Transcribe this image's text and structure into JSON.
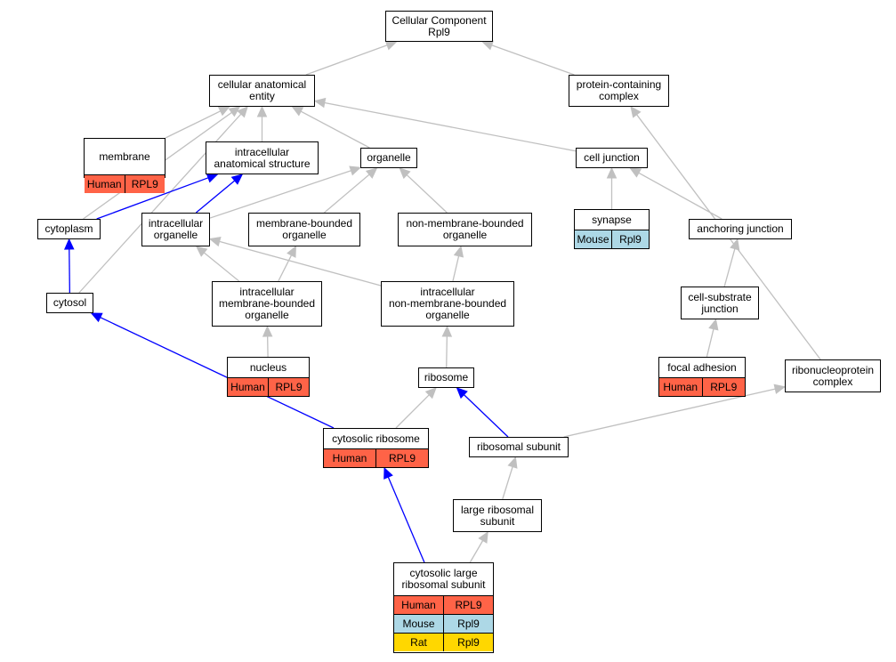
{
  "colors": {
    "human": "#ff6347",
    "mouse": "#add8e6",
    "rat": "#ffd700",
    "gray_edge": "#c0c0c0",
    "blue_edge": "#0000ff"
  },
  "nodes": {
    "root": {
      "title": "Cellular Component\nRpl9"
    },
    "cae": {
      "title": "cellular anatomical\nentity"
    },
    "pcc": {
      "title": "protein-containing\ncomplex"
    },
    "membrane": {
      "title": "membrane",
      "rows": [
        {
          "species": "Human",
          "gene": "RPL9"
        }
      ]
    },
    "ias": {
      "title": "intracellular\nanatomical structure"
    },
    "organelle": {
      "title": "organelle"
    },
    "celljunction": {
      "title": "cell junction"
    },
    "cytoplasm": {
      "title": "cytoplasm"
    },
    "intorg": {
      "title": "intracellular\norganelle"
    },
    "mbo": {
      "title": "membrane-bounded\norganelle"
    },
    "nmbo": {
      "title": "non-membrane-bounded\norganelle"
    },
    "synapse": {
      "title": "synapse",
      "rows": [
        {
          "species": "Mouse",
          "gene": "Rpl9"
        }
      ]
    },
    "anchoring": {
      "title": "anchoring junction"
    },
    "cytosol": {
      "title": "cytosol"
    },
    "imbo": {
      "title": "intracellular\nmembrane-bounded\norganelle"
    },
    "inmbo": {
      "title": "intracellular\nnon-membrane-bounded\norganelle"
    },
    "csj": {
      "title": "cell-substrate\njunction"
    },
    "nucleus": {
      "title": "nucleus",
      "rows": [
        {
          "species": "Human",
          "gene": "RPL9"
        }
      ]
    },
    "ribosome": {
      "title": "ribosome"
    },
    "focal": {
      "title": "focal adhesion",
      "rows": [
        {
          "species": "Human",
          "gene": "RPL9"
        }
      ]
    },
    "rnp": {
      "title": "ribonucleoprotein\ncomplex"
    },
    "cytoribo": {
      "title": "cytosolic ribosome",
      "rows": [
        {
          "species": "Human",
          "gene": "RPL9"
        }
      ]
    },
    "ribosub": {
      "title": "ribosomal subunit"
    },
    "lrs": {
      "title": "large ribosomal\nsubunit"
    },
    "clrs": {
      "title": "cytosolic large\nribosomal subunit",
      "rows": [
        {
          "species": "Human",
          "gene": "RPL9"
        },
        {
          "species": "Mouse",
          "gene": "Rpl9"
        },
        {
          "species": "Rat",
          "gene": "Rpl9"
        }
      ]
    }
  },
  "edges": [
    {
      "from": "cae",
      "to": "root",
      "color": "gray"
    },
    {
      "from": "pcc",
      "to": "root",
      "color": "gray"
    },
    {
      "from": "membrane",
      "to": "cae",
      "color": "gray"
    },
    {
      "from": "ias",
      "to": "cae",
      "color": "gray"
    },
    {
      "from": "organelle",
      "to": "cae",
      "color": "gray"
    },
    {
      "from": "celljunction",
      "to": "cae",
      "color": "gray"
    },
    {
      "from": "cytoplasm",
      "to": "cae",
      "color": "gray"
    },
    {
      "from": "cytosol",
      "to": "cae",
      "color": "gray"
    },
    {
      "from": "rnp",
      "to": "pcc",
      "color": "gray"
    },
    {
      "from": "cytoplasm",
      "to": "ias",
      "color": "blue"
    },
    {
      "from": "intorg",
      "to": "ias",
      "color": "blue"
    },
    {
      "from": "intorg",
      "to": "organelle",
      "color": "gray"
    },
    {
      "from": "mbo",
      "to": "organelle",
      "color": "gray"
    },
    {
      "from": "nmbo",
      "to": "organelle",
      "color": "gray"
    },
    {
      "from": "synapse",
      "to": "celljunction",
      "color": "gray"
    },
    {
      "from": "anchoring",
      "to": "celljunction",
      "color": "gray"
    },
    {
      "from": "cytosol",
      "to": "cytoplasm",
      "color": "blue"
    },
    {
      "from": "imbo",
      "to": "intorg",
      "color": "gray"
    },
    {
      "from": "imbo",
      "to": "mbo",
      "color": "gray"
    },
    {
      "from": "inmbo",
      "to": "intorg",
      "color": "gray"
    },
    {
      "from": "inmbo",
      "to": "nmbo",
      "color": "gray"
    },
    {
      "from": "csj",
      "to": "anchoring",
      "color": "gray"
    },
    {
      "from": "nucleus",
      "to": "imbo",
      "color": "gray"
    },
    {
      "from": "ribosome",
      "to": "inmbo",
      "color": "gray"
    },
    {
      "from": "focal",
      "to": "csj",
      "color": "gray"
    },
    {
      "from": "cytoribo",
      "to": "cytosol",
      "color": "blue"
    },
    {
      "from": "cytoribo",
      "to": "ribosome",
      "color": "gray"
    },
    {
      "from": "ribosub",
      "to": "ribosome",
      "color": "blue"
    },
    {
      "from": "ribosub",
      "to": "rnp",
      "color": "gray"
    },
    {
      "from": "lrs",
      "to": "ribosub",
      "color": "gray"
    },
    {
      "from": "clrs",
      "to": "cytoribo",
      "color": "blue"
    },
    {
      "from": "clrs",
      "to": "lrs",
      "color": "gray"
    }
  ]
}
